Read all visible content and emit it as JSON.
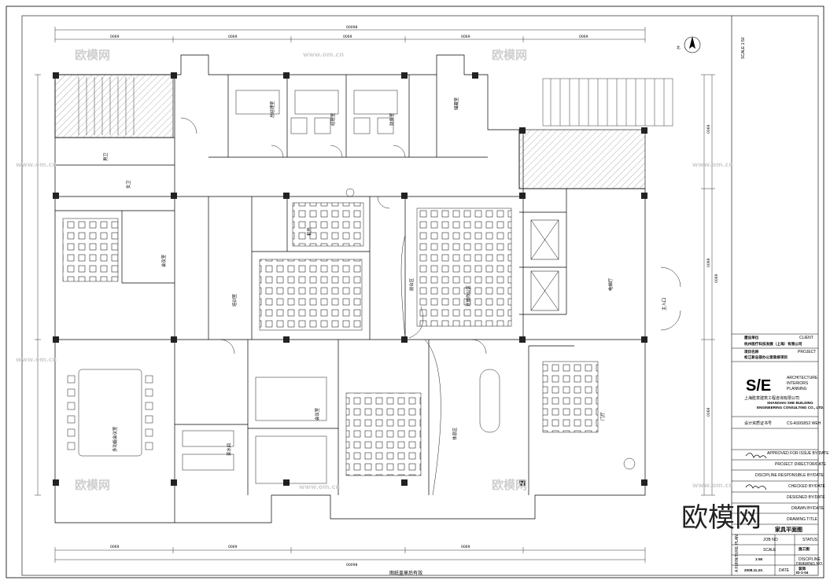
{
  "sheet": {
    "scale_label": "SCALE 1:50",
    "bottom_caption": "图纸盖章后有效",
    "drawing_title_vertical": "A FURNITURE PLAN"
  },
  "watermarks": {
    "brand_main": "欧模网",
    "brand_site": "www.om.cn"
  },
  "dimensions": {
    "overall": "00098",
    "top_sub": [
      "0069",
      "0069",
      "0069",
      "0069",
      "0069",
      "0069",
      "0069",
      "0069"
    ],
    "right": [
      "0069",
      "0069",
      "0069",
      "0069"
    ]
  },
  "rooms": {
    "conference": "会议室",
    "office": "总经理室",
    "finance": "财务室",
    "manager_2": "经理室",
    "meeting": "会议室",
    "reception": "前台区",
    "open_office": "开放办公区",
    "elevator_hall": "电梯厅",
    "main_entrance": "主入口",
    "lounge": "休息区",
    "multi_function": "多功能会议室",
    "training": "培训室",
    "pantry": "茶水间",
    "toilet_m": "男卫",
    "toilet_f": "女卫",
    "storage": "储藏室",
    "server": "机房",
    "hall": "门厅"
  },
  "colors": {
    "line": "#000000",
    "hatch": "#777777",
    "column": "#222222",
    "watermark": "#cfcfcf"
  },
  "titleblock": {
    "client_label_cn": "建设单位",
    "client_label": "CLIENT",
    "client_value": "杭州医疗科技发展（上海）有限公司",
    "project_label_cn": "项目名称",
    "project_label": "PROJECT",
    "project_value": "松江新总部办公室装修项目",
    "logo_text": "S/E",
    "firm_line1": "ARCHITECTURE",
    "firm_line2": "INTERIORS",
    "firm_line3": "PLANNING",
    "firm_cn": "上海胜意建筑工程咨询有限公司",
    "firm_en1": "SHANGHAI SHE BUILDING",
    "firm_en2": "ENGINEERING CONSULTING CO., LTD.",
    "reg_label": "设计资质证书号",
    "reg_value": "CS-AS9S8S2 WEH",
    "approved_label": "APPROVED FOR ISSUE BY/DATE",
    "director_label": "PROJECT DIRECTOR/DATE",
    "discipline_label": "DISCIPLINE RESPONSIBLE BY/DATE",
    "checked_label": "CHECKED BY/DATE",
    "designed_label": "DESIGNED BY/DATE",
    "drawn_label": "DRAWN BY/DATE",
    "drawing_title_label": "DRAWING TITLE",
    "drawing_title_value": "家具平面图",
    "job_no_label": "JOB NO",
    "status_label": "STATUS",
    "status_value": "施工图",
    "scale_label": "SCALE",
    "scale_value": "1:50",
    "discipline_value": "装饰",
    "date_label": "DATE",
    "date_value": "2008.11.23.",
    "drawing_no_label": "DRAWING NO.",
    "drawing_no_value": "ID-1-04",
    "discipline_label2": "DISCIPLINE"
  }
}
